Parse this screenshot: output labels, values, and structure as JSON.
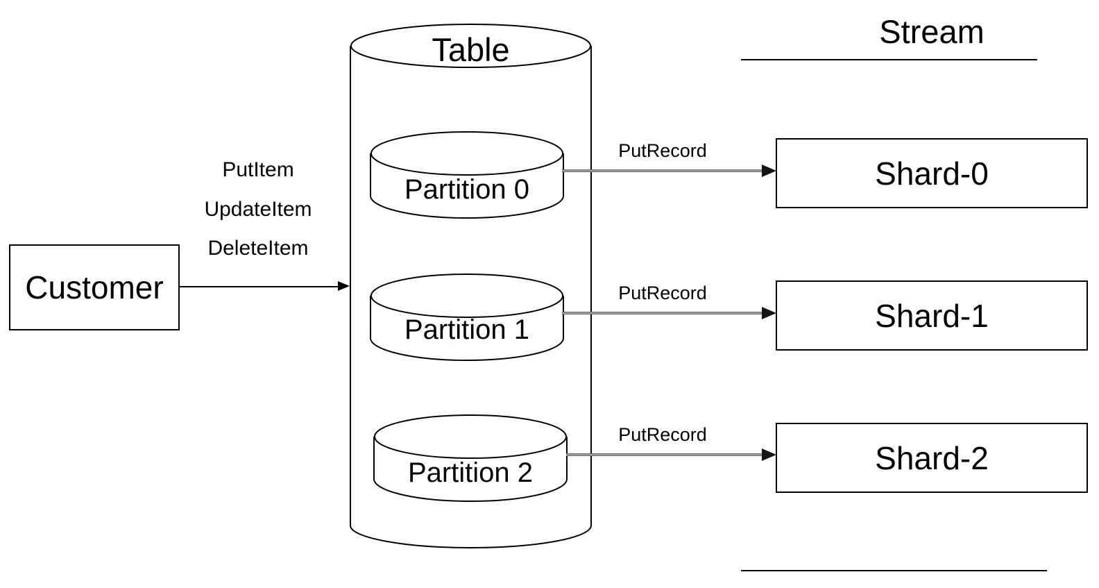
{
  "colors": {
    "background": "#ffffff",
    "stroke": "#000000",
    "arrow_gray": "#8f8f8f",
    "text": "#000000"
  },
  "customer": {
    "label": "Customer"
  },
  "api_operations": [
    {
      "label": "PutItem"
    },
    {
      "label": "UpdateItem"
    },
    {
      "label": "DeleteItem"
    }
  ],
  "table": {
    "label": "Table",
    "partitions": [
      {
        "label": "Partition 0"
      },
      {
        "label": "Partition 1"
      },
      {
        "label": "Partition 2"
      }
    ]
  },
  "stream": {
    "title": "Stream",
    "record_arrows": [
      {
        "label": "PutRecord"
      },
      {
        "label": "PutRecord"
      },
      {
        "label": "PutRecord"
      }
    ],
    "shards": [
      {
        "label": "Shard-0"
      },
      {
        "label": "Shard-1"
      },
      {
        "label": "Shard-2"
      }
    ]
  }
}
